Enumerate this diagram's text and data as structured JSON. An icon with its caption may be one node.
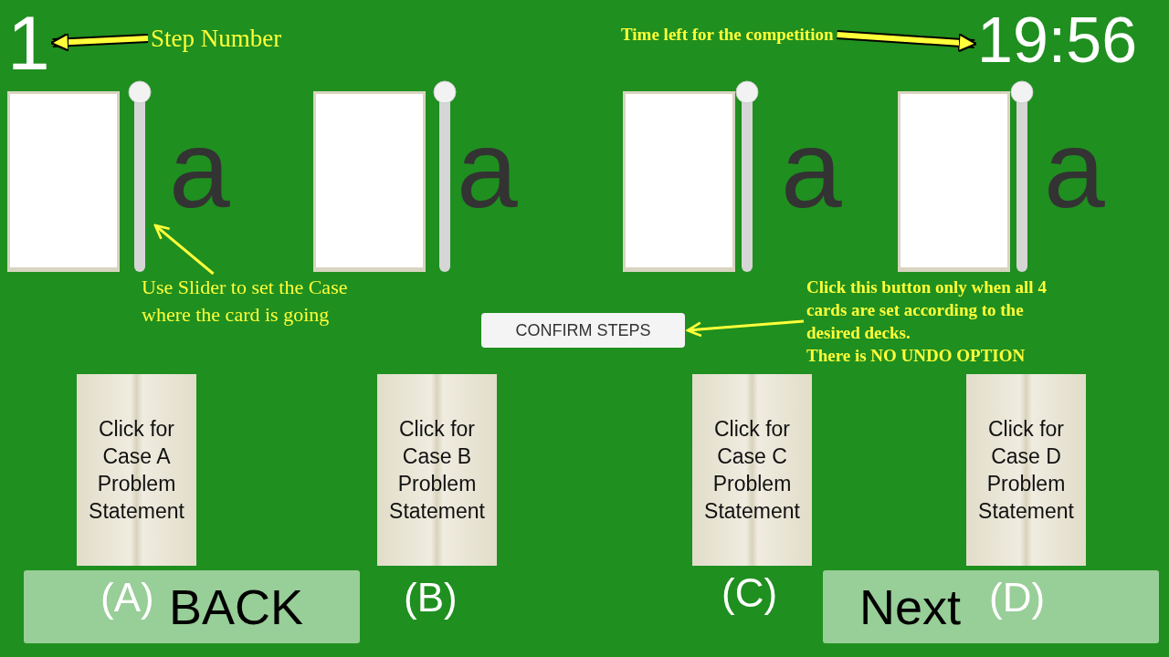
{
  "diagram": {
    "nodes": [
      {
        "text": [
          "1"
        ]
      },
      {
        "text": [
          "Step Number"
        ]
      },
      {
        "text": [
          "Time left for the competition"
        ]
      },
      {
        "text": [
          "19:56"
        ]
      },
      {
        "text": [],
        "shape": "bar"
      },
      {
        "text": [
          "Use Slider to set the Case where the card is going"
        ]
      },
      {
        "text": [
          "CONFIRM STEPS"
        ]
      },
      {
        "text": [
          "Click this button only when all 4 cards are set according to the desired decks.",
          "There is NO UNDO OPTION"
        ]
      },
      {
        "text": [
          "Click for Case A Problem Statement"
        ]
      },
      {
        "text": [
          "Click for Case B Problem Statement"
        ]
      },
      {
        "text": [
          "Click for Case C Problem Statement"
        ]
      },
      {
        "text": [
          "Click for Case D Problem Statement"
        ]
      },
      {
        "text": [
          "BACK"
        ]
      },
      {
        "text": [
          "Next"
        ]
      },
      {
        "text": [],
        "shape": "box"
      },
      {
        "text": [],
        "shape": "box"
      },
      {
        "text": [],
        "shape": "box"
      },
      {
        "text": [],
        "shape": "box"
      },
      {
        "text": [],
        "shape": "bar"
      },
      {
        "text": [],
        "shape": "bar"
      },
      {
        "text": [],
        "shape": "bar"
      }
    ],
    "edges": [
      {
        "from": 1,
        "to": 0,
        "arrow": "to",
        "style": "thick"
      },
      {
        "from": 2,
        "to": 3,
        "arrow": "to",
        "style": "thick"
      },
      {
        "from": 5,
        "to": 4,
        "arrow": "to"
      },
      {
        "from": 7,
        "to": 6,
        "arrow": "to"
      }
    ],
    "labels": [
      "a",
      "a",
      "a",
      "a",
      "(A)",
      "(B)",
      "(C)",
      "(D)"
    ]
  }
}
